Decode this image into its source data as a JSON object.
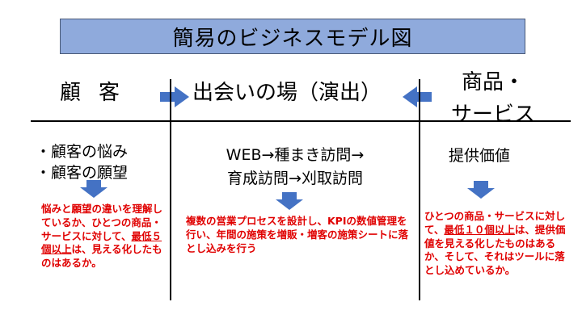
{
  "title": "簡易のビジネスモデル図",
  "columns": {
    "customer": {
      "heading": "顧客",
      "points": [
        "・顧客の悩み",
        "・顧客の願望"
      ],
      "note": {
        "part1": "悩みと願望の違いを理解しているか、ひとつの商品・サービスに対して、",
        "emphasis": "最低５個以上",
        "part2": "は、見える化したものはあるか。"
      }
    },
    "venue": {
      "heading": "出会いの場（演出）",
      "points": [
        "WEB→種まき訪問→",
        "育成訪問→刈取訪問"
      ],
      "note": {
        "text": "複数の営業プロセスを設計し、KPIの数値管理を行い、年間の施策を増販・増客の施策シートに落とし込みを行う"
      }
    },
    "product": {
      "heading_line1": "商品・",
      "heading_line2": "サービス",
      "points": [
        "提供価値"
      ],
      "note": {
        "part1": "ひとつの商品・サービスに対して、",
        "emphasis": "最低１０個以上",
        "part2": "は、提供価値を見える化したものはあるか、そして、それはツールに落とし込めているか。"
      }
    }
  },
  "icons": {
    "flow_arrow_right": "block-arrow-right-icon",
    "flow_arrow_left": "block-arrow-left-icon",
    "down_arrow": "block-arrow-down-icon"
  },
  "colors": {
    "title_fill": "#8faadc",
    "arrow": "#4472c4",
    "note_text": "#e00000"
  }
}
